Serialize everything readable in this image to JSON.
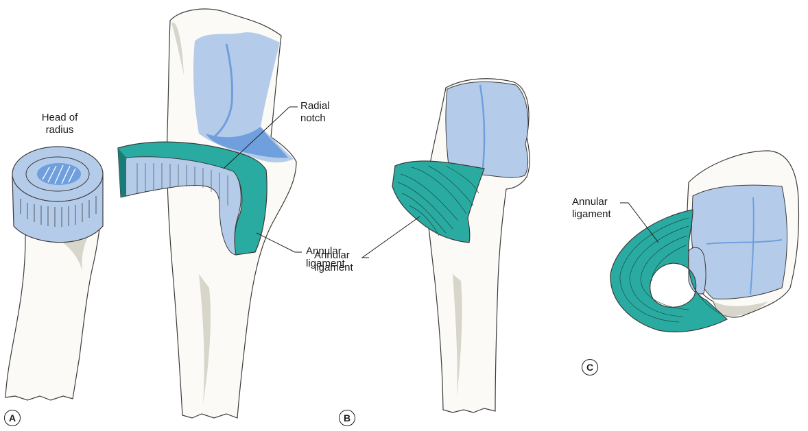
{
  "labels": {
    "head_of_radius": "Head of\nradius",
    "radial_notch": "Radial\nnotch",
    "annular_ligament_a": "Annular\nligament",
    "annular_ligament_b": "Annular\nligament",
    "annular_ligament_c": "Annular\nligament"
  },
  "panels": {
    "a": "A",
    "b": "B",
    "c": "C"
  },
  "colors": {
    "bone": "#fbfaf6",
    "bone_outline": "#3a3a3a",
    "cartilage": "#b4cbea",
    "cartilage_dark": "#6f9fdc",
    "ligament": "#2aaba1",
    "ligament_dark": "#1a7c76",
    "shadow": "#d8d6cb"
  }
}
